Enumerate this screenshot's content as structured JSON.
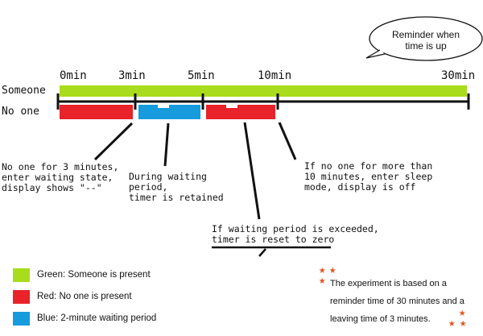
{
  "timeline": {
    "ticks": [
      "0min",
      "3min",
      "5min",
      "10min",
      "30min"
    ],
    "rows": [
      "Someone",
      "No one"
    ]
  },
  "callout": "Reminder when\ntime is up",
  "annotations": {
    "waiting_start": "No one for 3 minutes,\nenter waiting state,\ndisplay shows \"--\"",
    "waiting_period": "During waiting period,\ntimer is retained",
    "sleep": "If no one for more than\n10 minutes, enter sleep\nmode, display is off",
    "reset": "If waiting period is exceeded,\ntimer is reset to zero"
  },
  "legend": [
    {
      "label": "Green: Someone is present",
      "color": "#a8dc1c"
    },
    {
      "label": "Red: No one is present",
      "color": "#e8232a"
    },
    {
      "label": "Blue: 2-minute waiting period",
      "color": "#169bdc"
    }
  ],
  "experiment_note": "The experiment is based on a reminder time of 30 minutes and a leaving time of 3 minutes.",
  "colors": {
    "someone": "#a8dc1c",
    "no_one": "#e8232a",
    "waiting": "#169bdc",
    "star": "#e4531f"
  },
  "icons": [
    "star-icon",
    "speech-bubble-icon"
  ]
}
